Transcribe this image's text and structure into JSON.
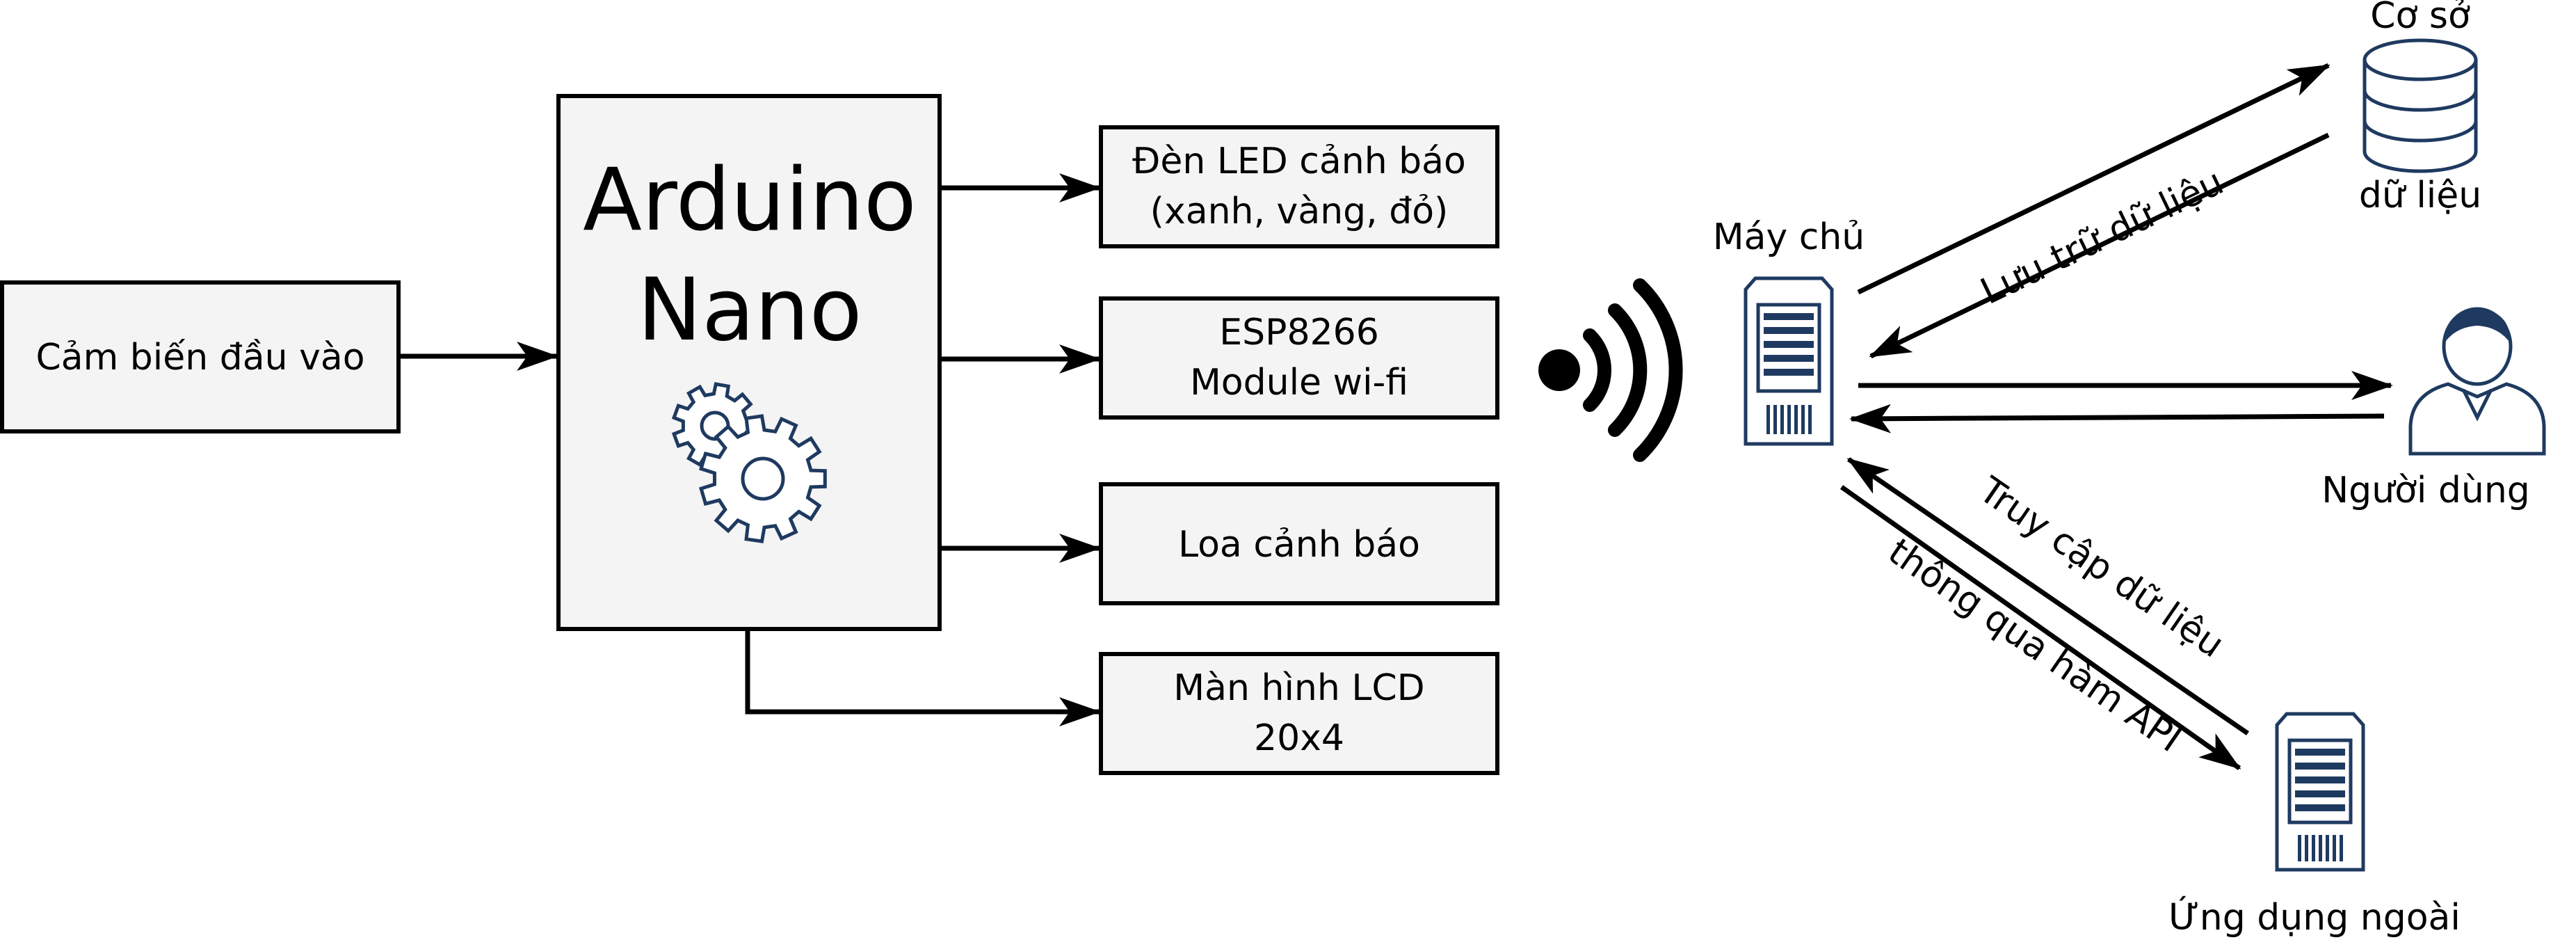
{
  "input_box": {
    "label": "Cảm biến đầu vào"
  },
  "controller": {
    "line1": "Arduino",
    "line2": "Nano",
    "icon": "gears-icon"
  },
  "outputs": [
    {
      "line1": "Đèn LED cảnh báo",
      "line2": "(xanh, vàng, đỏ)"
    },
    {
      "line1": "ESP8266",
      "line2": "Module wi-fi"
    },
    {
      "line1": "Loa cảnh báo",
      "line2": ""
    },
    {
      "line1": "Màn hình LCD",
      "line2": "20x4"
    }
  ],
  "wireless": {
    "icon": "wifi-signal-icon"
  },
  "server": {
    "label": "Máy chủ",
    "icon": "server-icon"
  },
  "database": {
    "line1": "Cơ sở",
    "line2": "dữ liệu",
    "icon": "database-icon"
  },
  "user": {
    "label": "Người dùng",
    "icon": "user-icon"
  },
  "external_app": {
    "label": "Ứng dụng ngoài",
    "icon": "server-icon"
  },
  "edges": {
    "storage": "Lưu trữ dữ liệu",
    "access": "Truy cập dữ liệu",
    "via_api": "thông qua hàm API"
  },
  "colors": {
    "icon": "#1f3a60",
    "box_fill": "#f4f4f4"
  }
}
